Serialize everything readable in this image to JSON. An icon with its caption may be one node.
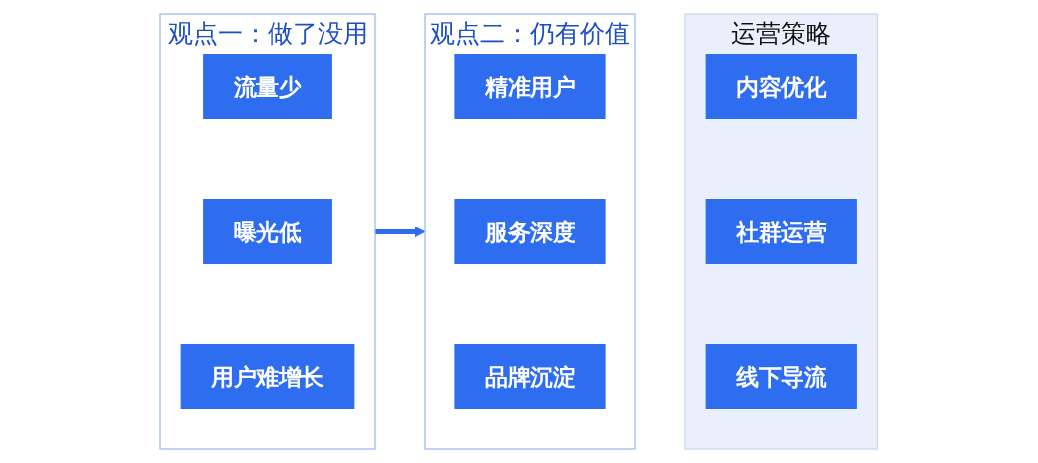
{
  "diagram": {
    "nodes": [
      {
        "text": [
          "观点一：做了没用"
        ]
      },
      {
        "text": [
          "流量少"
        ],
        "in": 0
      },
      {
        "text": [
          "曝光低"
        ],
        "in": 0
      },
      {
        "text": [
          "用户难增长"
        ],
        "in": 0
      },
      {
        "text": [
          "观点二：仍有价值"
        ]
      },
      {
        "text": [
          "精准用户"
        ],
        "in": 4
      },
      {
        "text": [
          "服务深度"
        ],
        "in": 4
      },
      {
        "text": [
          "品牌沉淀"
        ],
        "in": 4
      },
      {
        "text": [
          "运营策略"
        ]
      },
      {
        "text": [
          "内容优化"
        ],
        "in": 8
      },
      {
        "text": [
          "社群运营"
        ],
        "in": 8
      },
      {
        "text": [
          "线下导流"
        ],
        "in": 8
      }
    ],
    "edges": [
      {
        "from": 0,
        "to": 4,
        "arrow": "to"
      }
    ]
  }
}
